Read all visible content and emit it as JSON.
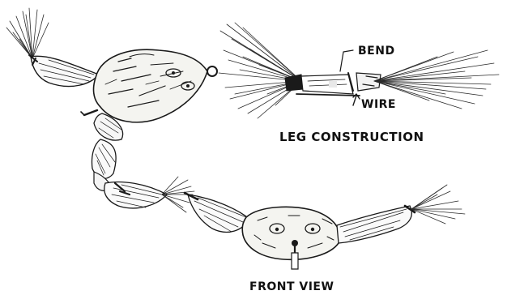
{
  "labels": {
    "bend": "BEND",
    "wire": "WIRE",
    "leg_construction": "LEG CONSTRUCTION",
    "front_view": "FRONT VIEW"
  },
  "colors": {
    "ink": "#1a1a1a",
    "paper": "#ffffff",
    "body_fill": "#f4f4f0"
  },
  "figures": [
    "frog-lure-side-view",
    "leg-construction-detail",
    "frog-lure-front-view"
  ]
}
